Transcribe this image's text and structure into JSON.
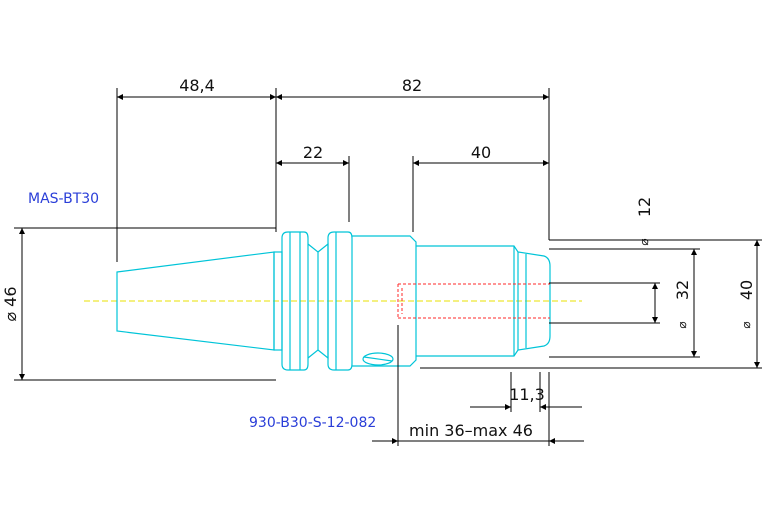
{
  "labels": {
    "holder_type": "MAS-BT30",
    "part_number": "930-B30-S-12-082"
  },
  "dimensions": {
    "flange_length": "48,4",
    "gauge_length": "82",
    "collar_length": "22",
    "nose_length": "40",
    "taper_diameter": "⌀ 46",
    "bore_diameter": "12",
    "bore_symbol": "⌀",
    "collet_diameter": "32",
    "collet_symbol": "⌀",
    "outer_diameter": "40",
    "outer_symbol": "⌀",
    "chamfer": "11,3",
    "clamping_range": "min 36–max 46"
  },
  "colors": {
    "outline": "#00c4d8",
    "hidden_bore": "#ff2a2a",
    "centerline": "#e8e000",
    "dimension": "#000000",
    "label": "#2a3ed8"
  }
}
